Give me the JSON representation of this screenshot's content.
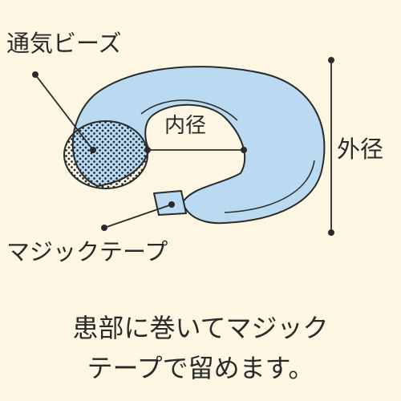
{
  "labels": {
    "beads": "通気ビーズ",
    "inner_diameter": "内径",
    "outer_diameter": "外径",
    "velcro_tape": "マジックテープ"
  },
  "instructions": {
    "line1": "患部に巻いてマジック",
    "line2": "テープで留めます。"
  },
  "colors": {
    "background": "#fdf6e3",
    "cushion_fill": "#b9daf0",
    "outline": "#2a2a2a",
    "bead_dots": "#1f2d3a"
  }
}
